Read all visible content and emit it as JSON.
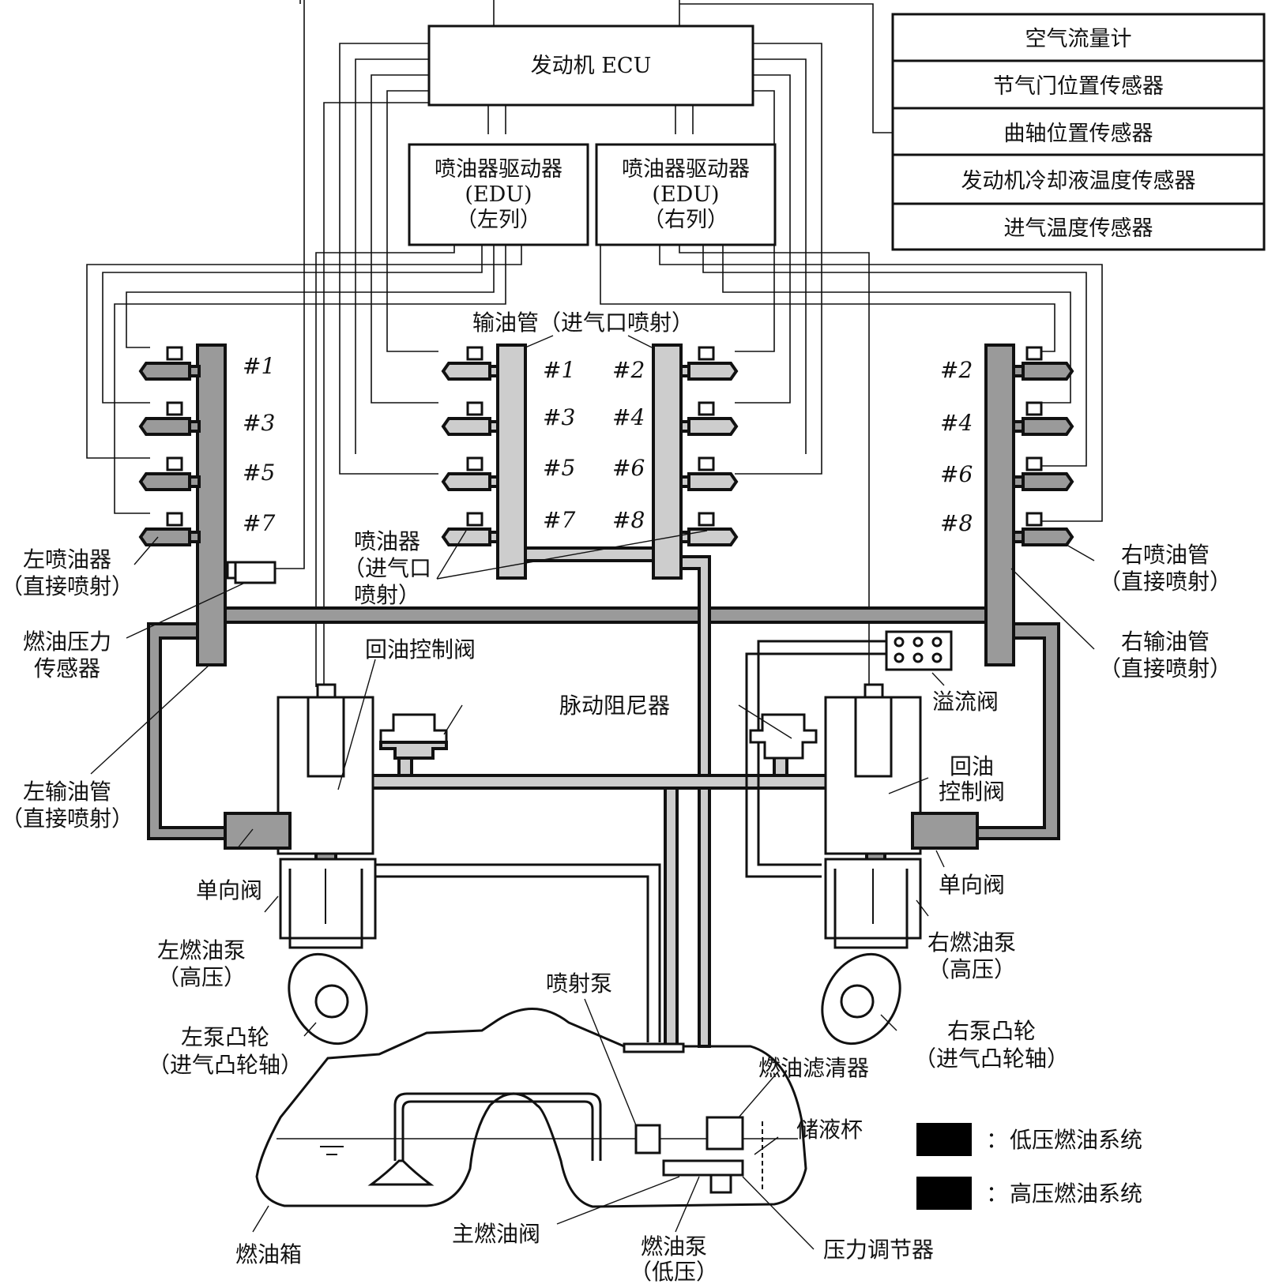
{
  "colors": {
    "high_pressure": "#9a9a9a",
    "low_pressure": "#cdcdcd",
    "line": "#111111",
    "background": "#ffffff"
  },
  "ecu": {
    "label": "发动机 ECU"
  },
  "edu_left": {
    "line1": "喷油器驱动器",
    "line2": "(EDU)",
    "line3": "（左列）"
  },
  "edu_right": {
    "line1": "喷油器驱动器",
    "line2": "(EDU)",
    "line3": "（右列）"
  },
  "sensors": [
    "空气流量计",
    "节气门位置传感器",
    "曲轴位置传感器",
    "发动机冷却液温度传感器",
    "进气温度传感器"
  ],
  "cylinders": {
    "left_bank": [
      "#1",
      "#3",
      "#5",
      "#7"
    ],
    "port_left": [
      "#1",
      "#3",
      "#5",
      "#7"
    ],
    "port_right": [
      "#2",
      "#4",
      "#6",
      "#8"
    ],
    "right_bank": [
      "#2",
      "#4",
      "#6",
      "#8"
    ]
  },
  "labels": {
    "port_delivery_pipe": "输油管（进气口喷射）",
    "left_injector_1": "左喷油器",
    "left_injector_2": "（直接喷射）",
    "fuel_pressure_sensor_1": "燃油压力",
    "fuel_pressure_sensor_2": "传感器",
    "port_injector_1": "喷油器",
    "port_injector_2": "（进气口",
    "port_injector_3": "喷射）",
    "right_injector_1": "右喷油管",
    "right_injector_2": "（直接喷射）",
    "right_delivery_pipe_1": "右输油管",
    "right_delivery_pipe_2": "（直接喷射）",
    "left_delivery_pipe_1": "左输油管",
    "left_delivery_pipe_2": "（直接喷射）",
    "spill_control_valve_left": "回油控制阀",
    "pulsation_damper": "脉动阻尼器",
    "relief_valve": "溢流阀",
    "spill_control_valve_right_1": "回油",
    "spill_control_valve_right_2": "控制阀",
    "check_valve_left": "单向阀",
    "check_valve_right": "单向阀",
    "left_pump_1": "左燃油泵",
    "left_pump_2": "（高压）",
    "right_pump_1": "右燃油泵",
    "right_pump_2": "（高压）",
    "left_cam_1": "左泵凸轮",
    "left_cam_2": "（进气凸轮轴）",
    "right_cam_1": "右泵凸轮",
    "right_cam_2": "（进气凸轮轴）",
    "jet_pump": "喷射泵",
    "fuel_filter": "燃油滤清器",
    "reservoir_cup": "储液杯",
    "fuel_tank": "燃油箱",
    "main_fuel_valve": "主燃油阀",
    "fuel_pump_1": "燃油泵",
    "fuel_pump_2": "（低压）",
    "pressure_regulator": "压力调节器"
  },
  "legend": [
    {
      "label": "低压燃油系统",
      "swatch": "#000000"
    },
    {
      "label": "高压燃油系统",
      "swatch": "#000000"
    }
  ],
  "legend_separator": "："
}
